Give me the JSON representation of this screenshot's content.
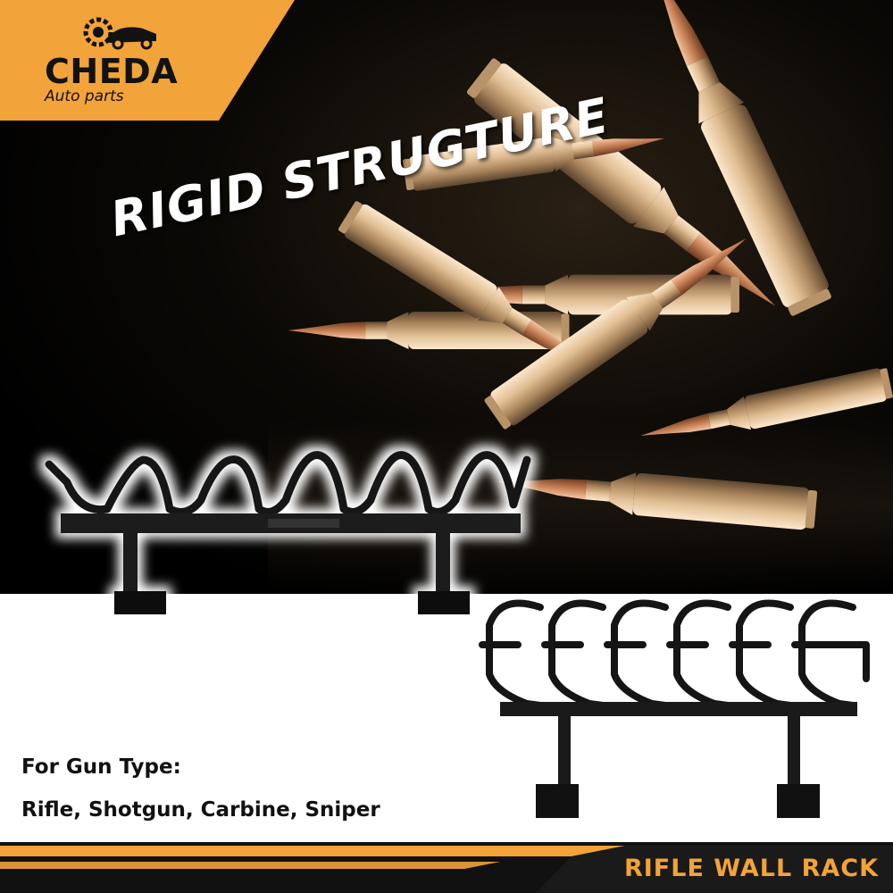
{
  "brand": {
    "name": "CHEDA",
    "tagline": "Auto parts",
    "logo_icon": "gear-car-icon",
    "accent_color": "#f2a33a"
  },
  "headline": "RIGID STRUGTURE",
  "gun_types": {
    "title": "For Gun Type:",
    "list": "Rifle, Shotgun, Carbine, Sniper"
  },
  "product_name": "RIFLE WALL RACK",
  "colors": {
    "dark_background": "#000000",
    "rack_color": "#151515",
    "bullet_brass": "#d9b48a",
    "bullet_copper": "#c98a5e"
  }
}
